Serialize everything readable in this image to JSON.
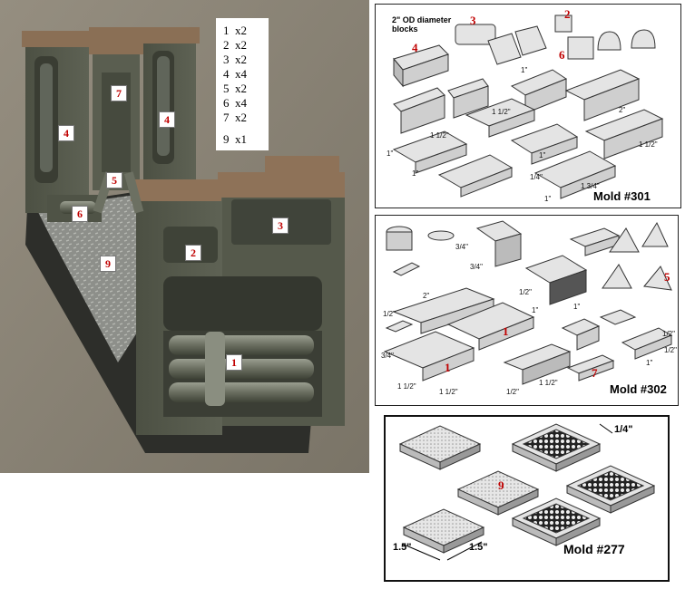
{
  "photo": {
    "labels": {
      "n1": "1",
      "n2": "2",
      "n3": "3",
      "n4a": "4",
      "n4b": "4",
      "n5": "5",
      "n6": "6",
      "n7": "7",
      "n9": "9"
    }
  },
  "parts_list": {
    "rows": [
      {
        "num": "1",
        "qty": "x2"
      },
      {
        "num": "2",
        "qty": "x2"
      },
      {
        "num": "3",
        "qty": "x2"
      },
      {
        "num": "4",
        "qty": "x4"
      },
      {
        "num": "5",
        "qty": "x2"
      },
      {
        "num": "6",
        "qty": "x4"
      },
      {
        "num": "7",
        "qty": "x2"
      }
    ],
    "extra": {
      "num": "9",
      "qty": "x1"
    }
  },
  "mold301": {
    "title": "Mold #301",
    "note_line1": "2\" OD diameter",
    "note_line2": "blocks",
    "red": {
      "n2": "2",
      "n3": "3",
      "n4": "4",
      "n6": "6"
    },
    "dims": [
      "1\"",
      "1\"",
      "1 1/2\"",
      "1 1/2\"",
      "1 1/2\"",
      "1\"",
      "1/4\"",
      "1 3/4\"",
      "1\"",
      "2\"",
      "1\""
    ]
  },
  "mold302": {
    "title": "Mold #302",
    "red": {
      "n1a": "1",
      "n1b": "1",
      "n5": "5",
      "n7": "7"
    },
    "dims": [
      "3/4\"",
      "3/4\"",
      "2\"",
      "1/2\"",
      "1/2\"",
      "1\"",
      "1\"",
      "1 1/2\"",
      "1 1/2\"",
      "1 1/2\"",
      "1/2\"",
      "1\"",
      "1/2\"",
      "3/4\"",
      "1/2\""
    ]
  },
  "mold277": {
    "title": "Mold #277",
    "red": {
      "n9": "9"
    },
    "dims": {
      "thickness": "1/4\"",
      "width_a": "1.5\"",
      "width_b": "1.5\""
    }
  },
  "colors": {
    "red_label": "#c00000",
    "photo_bg": "#8b8577",
    "stone": "#585c4e"
  }
}
